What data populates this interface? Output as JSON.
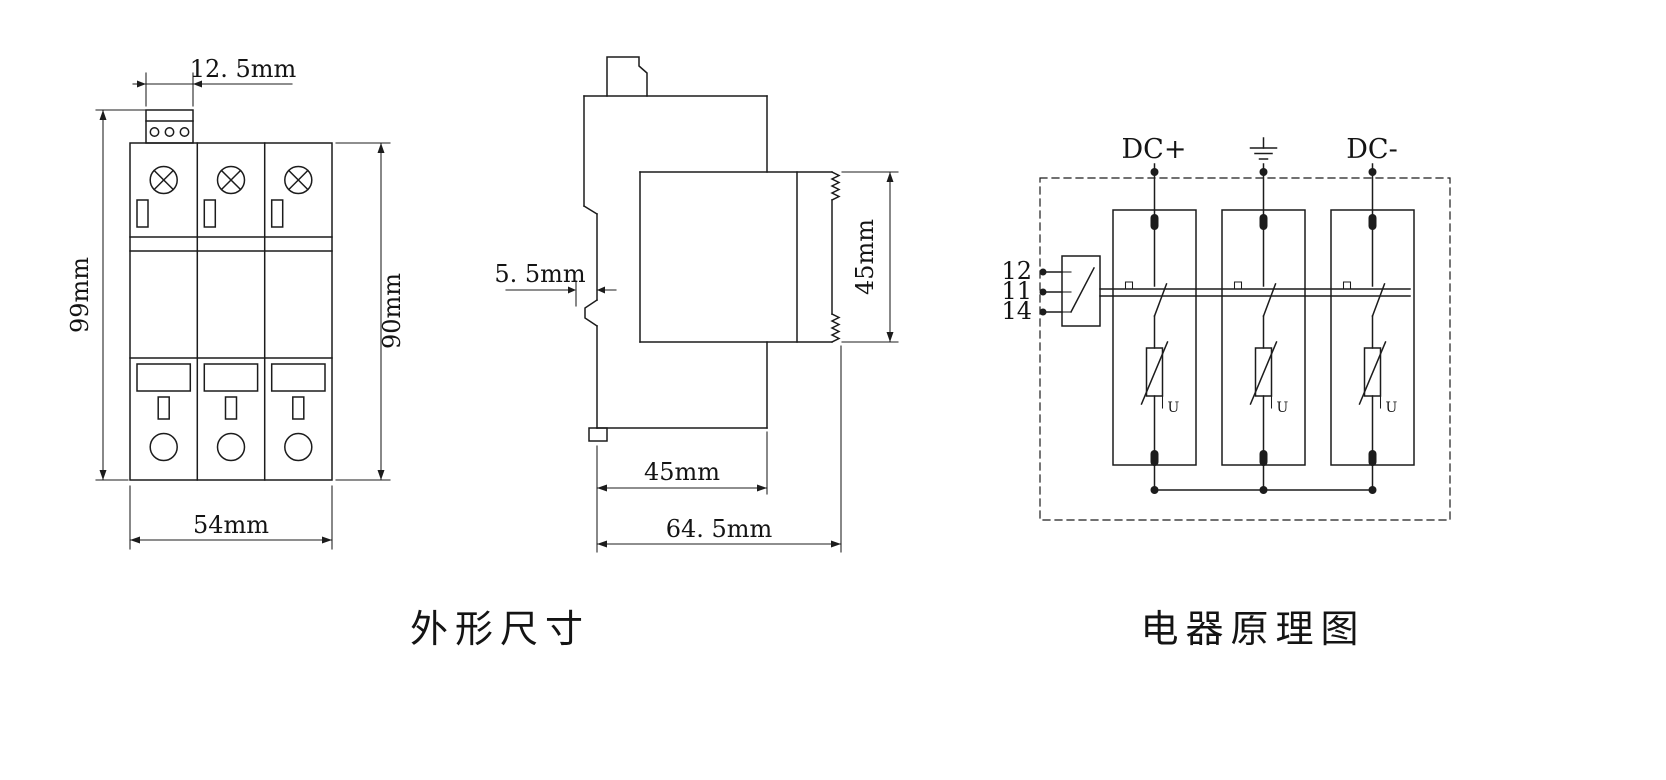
{
  "front_view": {
    "dim_terminal_width": "12. 5mm",
    "dim_overall_height": "99mm",
    "dim_body_height": "90mm",
    "dim_overall_width": "54mm"
  },
  "side_view": {
    "dim_clip_depth": "5. 5mm",
    "dim_module_height": "45mm",
    "dim_base_depth": "45mm",
    "dim_overall_depth": "64. 5mm"
  },
  "schematic": {
    "label_dc_plus": "DC+",
    "label_dc_minus": "DC-",
    "ground_icon": "earth-ground",
    "aux_terminals": [
      "12",
      "11",
      "14"
    ],
    "varistor_label": "U"
  },
  "captions": {
    "outline_dimensions": "外形尺寸",
    "circuit_diagram": "电器原理图"
  }
}
